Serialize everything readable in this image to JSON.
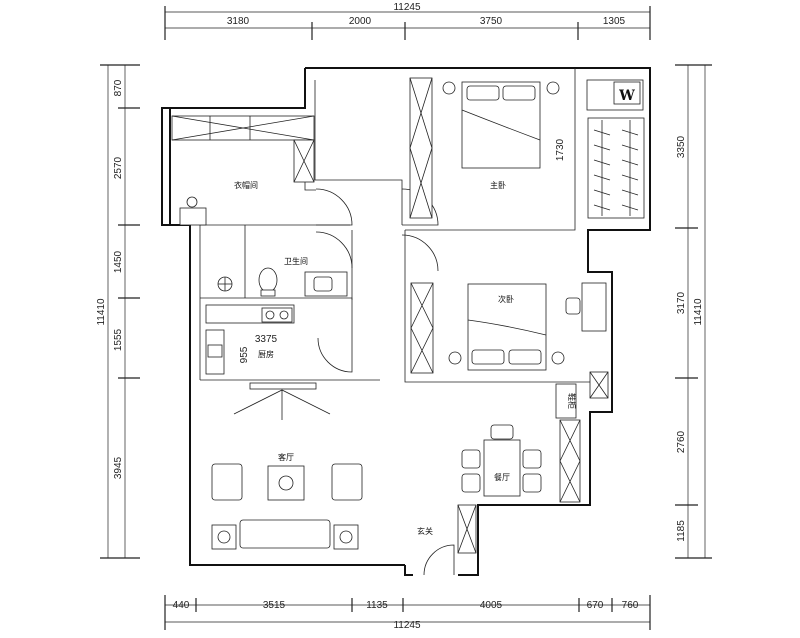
{
  "dimensions": {
    "top_total": "11245",
    "top_segments": [
      "3180",
      "2000",
      "3750",
      "1305"
    ],
    "bottom_total": "11245",
    "bottom_segments": [
      "440",
      "3515",
      "1135",
      "4005",
      "670",
      "760"
    ],
    "left_total": "11410",
    "left_segments": [
      "870",
      "2570",
      "1450",
      "1555",
      "3945"
    ],
    "right_total": "11410",
    "right_segments": [
      "3350",
      "3170",
      "2760",
      "1185"
    ],
    "interior": [
      "3375",
      "955",
      "1730"
    ]
  },
  "rooms": {
    "cloakroom": "衣帽间",
    "bathroom": "卫生间",
    "kitchen": "厨房",
    "living_room": "客厅",
    "master_bedroom": "主卧",
    "second_bedroom": "次卧",
    "dining_room": "餐厅",
    "entrance": "玄关",
    "shoe_cabinet": "鞋柜"
  },
  "symbols": {
    "washer_label": "W"
  }
}
